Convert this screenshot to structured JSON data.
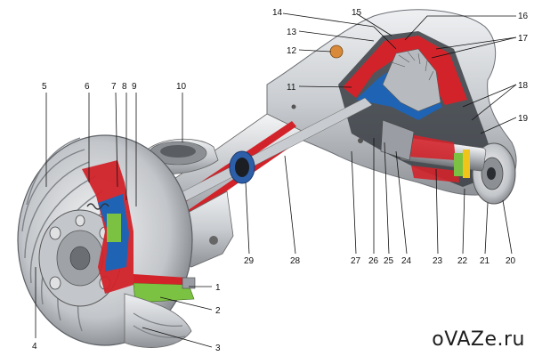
{
  "watermark": "oVAZe.ru",
  "callouts": [
    "1",
    "2",
    "3",
    "4",
    "5",
    "6",
    "7",
    "8",
    "9",
    "10",
    "11",
    "12",
    "13",
    "14",
    "15",
    "16",
    "17",
    "18",
    "19",
    "20",
    "21",
    "22",
    "23",
    "24",
    "25",
    "26",
    "27",
    "28",
    "29"
  ],
  "colors": {
    "housing": "#cfd2d6",
    "housing_dark": "#8c9095",
    "section_red": "#d2232a",
    "section_blue": "#1f63b5",
    "section_green": "#7cc242",
    "shaft": "#a9adb3",
    "lead_line": "#111111"
  }
}
